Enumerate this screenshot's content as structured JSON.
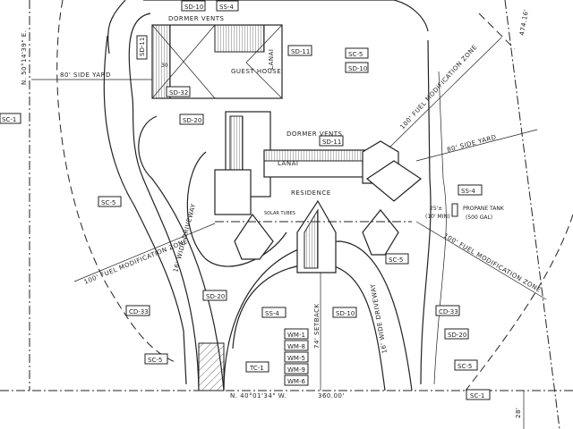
{
  "title": "Site plan",
  "boundary": {
    "west_bearing": "N. 50°14'39\" E.",
    "east_length": "474.16'",
    "south_bearing": "N. 40°01'34\" W.",
    "south_length": "360.00'",
    "offset": "28'"
  },
  "dimensions": {
    "side_yard_west": "80' SIDE YARD",
    "side_yard_east": "80' SIDE YARD",
    "fuel_zone_ne": "100' FUEL MODIFICATION ZONE",
    "fuel_zone_sw": "100' FUEL MODIFICATION ZONE",
    "fuel_zone_se": "100' FUEL MODIFICATION ZONE",
    "setback": "74' SETBACK",
    "propane_clear": "25'±",
    "propane_min": "(10' MIN)"
  },
  "buildings": {
    "guest_house": "GUEST HOUSE",
    "guest_lanai": "LANAI",
    "residence": "RESIDENCE",
    "residence_lanai": "LANAI",
    "dormer_vents_1": "DORMER VENTS",
    "dormer_vents_2": "DORMER VENTS",
    "solar_tubes": "SOLAR TUBES",
    "propane_tank": "PROPANE TANK",
    "propane_capacity": "(500 GAL)",
    "pitch": "30"
  },
  "driveways": {
    "west": "16' WIDE DRIVEWAY",
    "east": "16' WIDE DRIVEWAY"
  },
  "tags": {
    "sd10_top": "SD-10",
    "ss4_top": "SS-4",
    "sd11_guest": "SD-11",
    "sd32": "SD-32",
    "sd11_ne": "SD-11",
    "sc5_ne": "SC-5",
    "sd10_ne": "SD-10",
    "sc1_west": "SC-1",
    "sd20_mid": "SD-20",
    "sd11_res": "SD-11",
    "ss4_east": "SS-4",
    "sc5_west": "SC-5",
    "sc5_res": "SC-5",
    "sd20_drive": "SD-20",
    "cd33_west": "CD-33",
    "ss4_drive": "SS-4",
    "sd10_drive": "SD-10",
    "cd33_east": "CD-33",
    "sd20_east": "SD-20",
    "sc5_sw": "SC-5",
    "tc1": "TC-1",
    "sc5_se": "SC-5",
    "sc1_south": "SC-1",
    "wm": [
      "WM-1",
      "WM-8",
      "WM-5",
      "WM-9",
      "WM-6"
    ]
  }
}
